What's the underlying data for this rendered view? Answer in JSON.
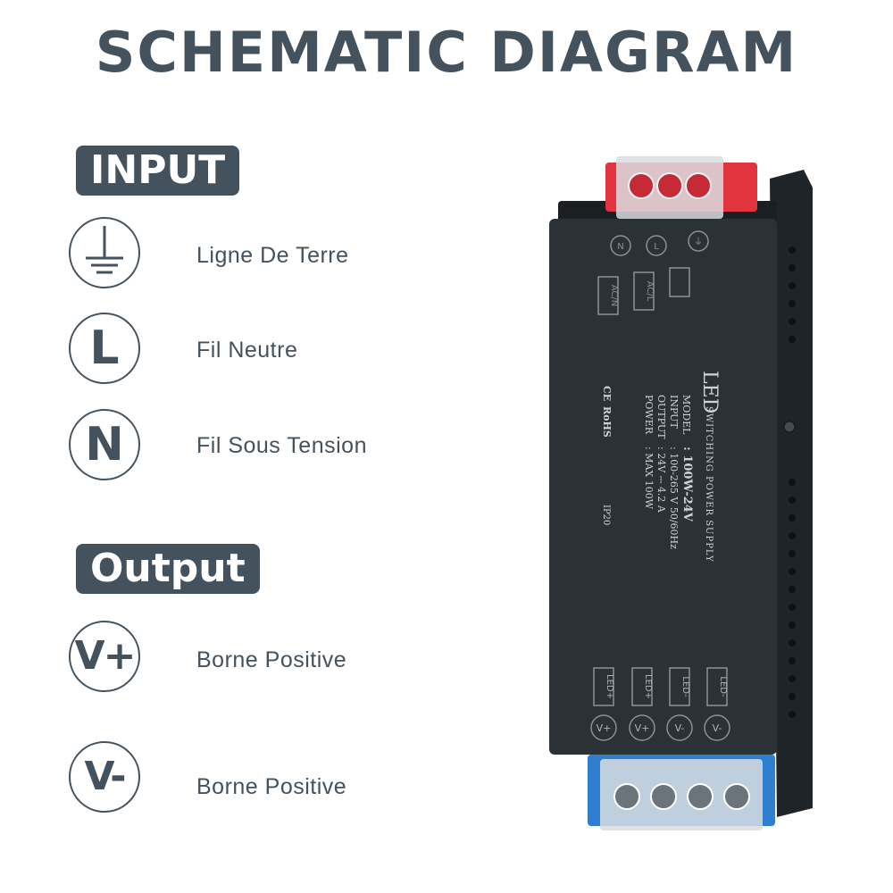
{
  "title": "SCHEMATIC DIAGRAM",
  "input": {
    "heading": "INPUT",
    "items": [
      {
        "icon": "ground-icon",
        "label": "Ligne De Terre"
      },
      {
        "symbol": "L",
        "label": "Fil Neutre"
      },
      {
        "symbol": "N",
        "label": "Fil Sous Tension"
      }
    ]
  },
  "output": {
    "heading": "Output",
    "items": [
      {
        "symbol": "V+",
        "label": "Borne Positive"
      },
      {
        "symbol": "V-",
        "label": "Borne Positive"
      }
    ]
  },
  "device": {
    "top_terminals": [
      "N",
      "L",
      "⏚"
    ],
    "top_labels": [
      "AC/N",
      "AC/L"
    ],
    "brand": "LED",
    "subtitle": "SWITCHING POWER SUPPLY",
    "spec_keys": [
      "MODEL",
      "INPUT",
      "OUTPUT",
      "POWER"
    ],
    "spec_values": [
      ": 100W-24V",
      ": 100-265 V 50/60Hz",
      ": 24V ⎓ 4.2 A",
      ": MAX 100W"
    ],
    "certs": [
      "CE",
      "RoHS",
      "IP20"
    ],
    "bottom_labels": [
      "LED+",
      "LED+",
      "LED-",
      "LED-"
    ],
    "bottom_terminals": [
      "V+",
      "V+",
      "V-",
      "V-"
    ],
    "colors": {
      "body": "#2b3236",
      "red_block": "#e2343f",
      "blue_block": "#2f7fd1",
      "accent": "#44525e"
    }
  }
}
